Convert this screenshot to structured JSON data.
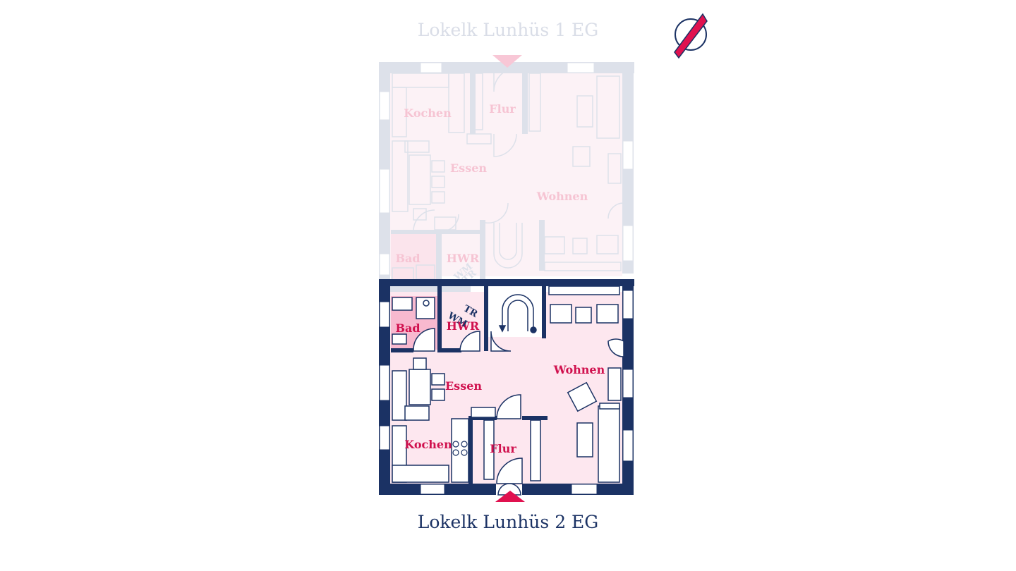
{
  "upper_plan": {
    "title": "Lokelk Lunhüs 1 EG",
    "rooms": {
      "kochen": "Kochen",
      "flur": "Flur",
      "essen": "Essen",
      "wohnen": "Wohnen",
      "bad": "Bad",
      "hwr": "HWR",
      "wm": "WM",
      "tr": "TR"
    }
  },
  "lower_plan": {
    "title": "Lokelk Lunhüs 2 EG",
    "rooms": {
      "bad": "Bad",
      "wm": "WM",
      "tr": "TR",
      "hwr": "HWR",
      "wohnen": "Wohnen",
      "essen": "Essen",
      "kochen": "Kochen",
      "flur": "Flur"
    }
  },
  "colors": {
    "wall_active": "#1b3264",
    "wall_faded": "#dde1ea",
    "floor": "#fde7ef",
    "floor_bad": "#f8b9cf",
    "label_active": "#d0114e",
    "label_faded": "#f6c4d3",
    "accent": "#e0114f"
  },
  "icons": {
    "compass": "compass-north-icon",
    "entrance": "entrance-arrow-icon"
  }
}
